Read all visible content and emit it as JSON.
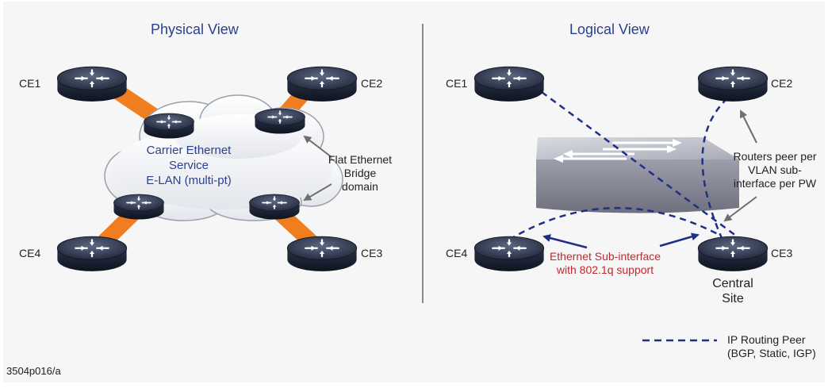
{
  "physical": {
    "title": "Physical View",
    "ce1": "CE1",
    "ce2": "CE2",
    "ce3": "CE3",
    "ce4": "CE4",
    "cloud_line1": "Carrier Ethernet",
    "cloud_line2": "Service",
    "cloud_line3": "E-LAN (multi-pt)",
    "bridge_line1": "Flat Ethernet",
    "bridge_line2": "Bridge",
    "bridge_line3": "domain"
  },
  "logical": {
    "title": "Logical View",
    "ce1": "CE1",
    "ce2": "CE2",
    "ce3": "CE3",
    "ce4": "CE4",
    "peer_line1": "Routers peer per",
    "peer_line2": "VLAN sub-",
    "peer_line3": "interface per PW",
    "subif_line1": "Ethernet Sub-interface",
    "subif_line2": "with 802.1q support",
    "central_line1": "Central",
    "central_line2": "Site"
  },
  "legend": {
    "line1": "IP Routing Peer",
    "line2": "(BGP, Static, IGP)"
  },
  "figure_code": "3504p016/a",
  "colors": {
    "title_blue": "#2b3f8f",
    "link_orange": "#f07d1f",
    "peer_dash_blue": "#1f2f86",
    "annotation_red": "#c0282e",
    "divider_gray": "#8a8a8a",
    "background": "#f6f6f6"
  },
  "icons": [
    "router-icon",
    "switch-icon",
    "cloud-icon",
    "arrow-icon"
  ]
}
